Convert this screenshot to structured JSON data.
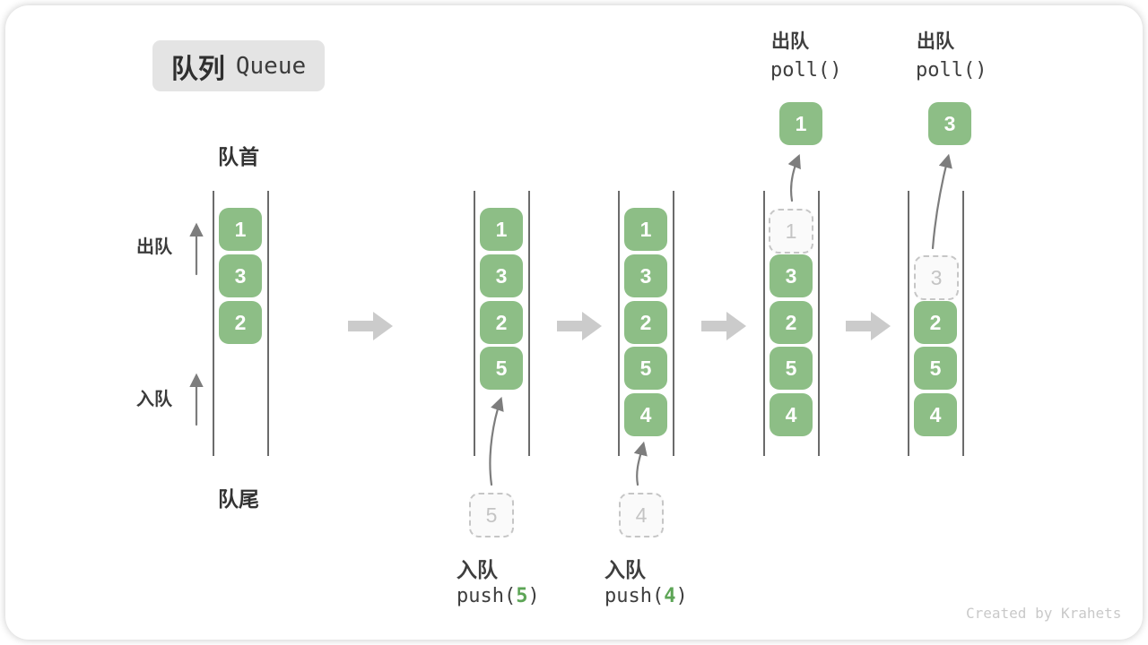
{
  "title": {
    "zh": "队列",
    "en": "Queue"
  },
  "side_labels": {
    "front": "队首",
    "rear": "队尾",
    "dequeue": "出队",
    "enqueue": "入队"
  },
  "colors": {
    "cell_green": "#8DBE86",
    "code_arg_green": "#5DA556",
    "dashed_gray": "#C6C6C6",
    "block_arrow_gray": "#CBCBCB",
    "thin_arrow_gray": "#7D7D7D"
  },
  "states": [
    {
      "name": "initial",
      "cells": [
        "1",
        "3",
        "2"
      ]
    },
    {
      "name": "after-push-5",
      "cells": [
        "1",
        "3",
        "2",
        "5"
      ],
      "pending": "5",
      "op_zh": "入队",
      "code_pre": "push(",
      "code_arg": "5",
      "code_post": ")"
    },
    {
      "name": "after-push-4",
      "cells": [
        "1",
        "3",
        "2",
        "5",
        "4"
      ],
      "pending": "4",
      "op_zh": "入队",
      "code_pre": "push(",
      "code_arg": "4",
      "code_post": ")"
    },
    {
      "name": "after-poll-1",
      "removed": "1",
      "out_value": "1",
      "cells": [
        "3",
        "2",
        "5",
        "4"
      ],
      "op_zh": "出队",
      "code": "poll()"
    },
    {
      "name": "after-poll-3",
      "removed": "3",
      "out_value": "3",
      "cells": [
        "2",
        "5",
        "4"
      ],
      "op_zh": "出队",
      "code": "poll()"
    }
  ],
  "watermark": "Created by Krahets"
}
